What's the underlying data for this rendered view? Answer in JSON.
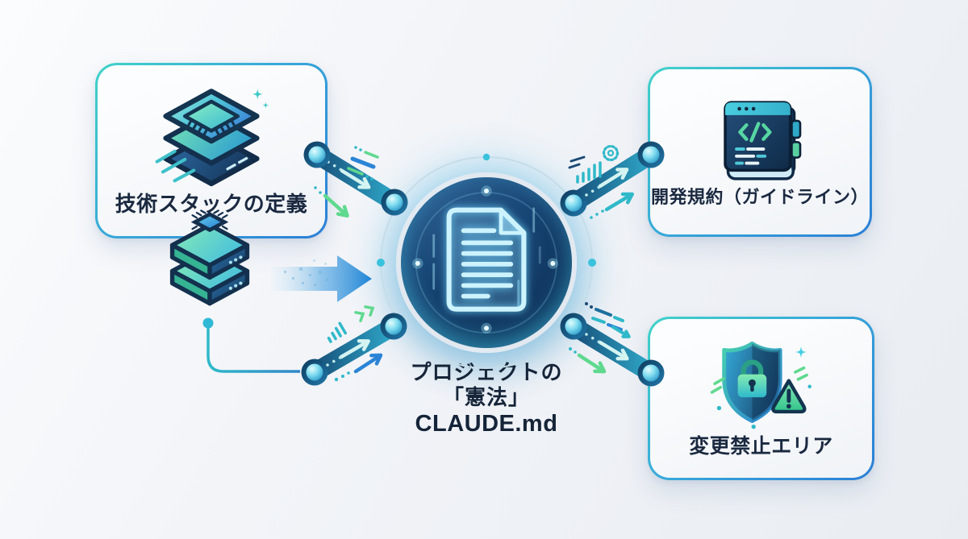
{
  "diagram": {
    "nodes": {
      "tech_stack": {
        "label": "技術スタックの定義",
        "icon": "chip-stack-icon"
      },
      "claude_md": {
        "lines": [
          "プロジェクトの",
          "「憲法」",
          "CLAUDE.md"
        ],
        "icon": "glowing-document-icon"
      },
      "guidelines": {
        "label": "開発規約（ガイドライン）",
        "icon": "code-book-icon"
      },
      "no_change_area": {
        "label": "変更禁止エリア",
        "icon": "shield-lock-alert-icon"
      }
    },
    "connectors": [
      {
        "name": "tech-stack-to-center-top",
        "from": "tech_stack",
        "to": "claude_md"
      },
      {
        "name": "tech-stack-to-center-bottom",
        "from": "tech_stack",
        "to": "claude_md"
      },
      {
        "name": "center-to-guidelines",
        "from": "claude_md",
        "to": "guidelines"
      },
      {
        "name": "center-to-no-change-area",
        "from": "claude_md",
        "to": "no_change_area"
      }
    ],
    "colors": {
      "background": "#eef1f5",
      "node_border_teal": "#3fd0c9",
      "node_border_blue": "#2b7fd6",
      "text_navy": "#1a2940",
      "accent_teal": "#2fb9c9",
      "accent_green": "#5fd98f",
      "accent_blue": "#2b84d6",
      "circle_navy": "#123c5e",
      "glow_cyan": "#7fe0ff"
    }
  }
}
